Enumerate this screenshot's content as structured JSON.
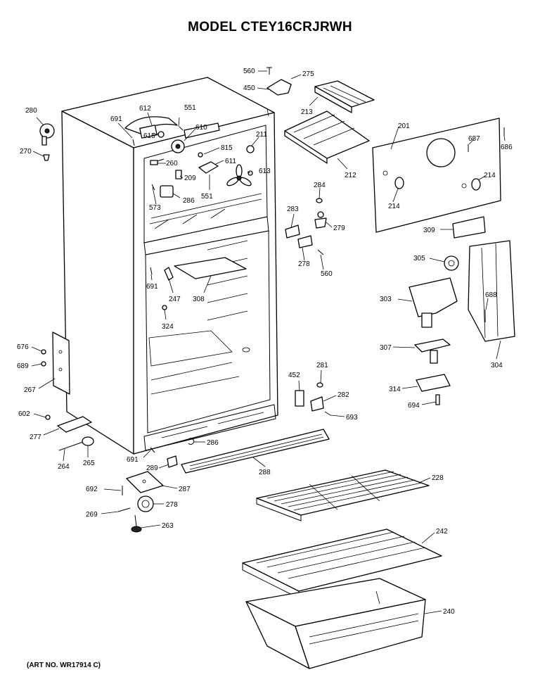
{
  "title": "MODEL CTEY16CRJRWH",
  "art_number": "(ART NO. WR17914 C)",
  "parts": {
    "p560a": "560",
    "p275": "275",
    "p450": "450",
    "p213": "213",
    "p280": "280",
    "p270": "270",
    "p691a": "691",
    "p612": "612",
    "p551a": "551",
    "p615a": "615",
    "p610": "610",
    "p211": "211",
    "p815": "815",
    "p260": "260",
    "p209": "209",
    "p611": "611",
    "p613": "613",
    "p551b": "551",
    "p573": "573",
    "p286": "286",
    "p212": "212",
    "p201": "201",
    "p687": "687",
    "p686": "686",
    "p214a": "214",
    "p214b": "214",
    "p284": "284",
    "p283": "283",
    "p279": "279",
    "p278a": "278",
    "p560b": "560",
    "p309": "309",
    "p305": "305",
    "p688": "688",
    "p303": "303",
    "p304": "304",
    "p307": "307",
    "p314": "314",
    "p694": "694",
    "p691b": "691",
    "p247": "247",
    "p308": "308",
    "p324": "324",
    "p676": "676",
    "p689": "689",
    "p267": "267",
    "p452": "452",
    "p281": "281",
    "p282": "282",
    "p693": "693",
    "p602": "602",
    "p277": "277",
    "p264": "264",
    "p265": "265",
    "p691c": "691",
    "p289": "289",
    "p286b": "286",
    "p288": "288",
    "p692": "692",
    "p287": "287",
    "p269": "269",
    "p278b": "278",
    "p263": "263",
    "p228": "228",
    "p242": "242",
    "p240": "240"
  }
}
